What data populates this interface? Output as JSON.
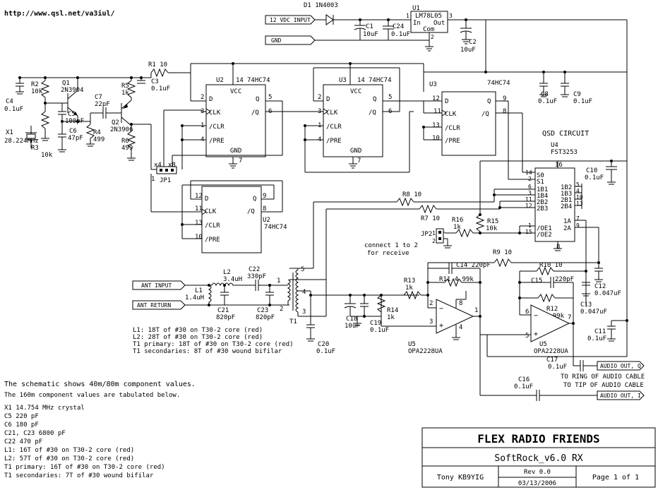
{
  "url": "http://www.qsl.net/va3iul/",
  "power": {
    "input_label": "12 VDC INPUT",
    "gnd_label": "GND",
    "d1": "D1  1N4003",
    "u1": "U1",
    "u1_part": "LM78L05",
    "u1_in": "In",
    "u1_out": "Out",
    "u1_com": "Com",
    "u1_pin1": "1",
    "u1_pin2": "2",
    "u1_pin3": "3",
    "c1": "C1",
    "c1_val": "10uF",
    "c24": "C24",
    "c24_val": "0.1uF",
    "c2": "C2",
    "c2_val": "10uF"
  },
  "osc": {
    "c4": "C4",
    "c4_val": "0.1uF",
    "r2": "R2",
    "r2_val": "10k",
    "q1": "Q1",
    "q1_part": "2N3904",
    "c5": "C5",
    "c5_val": "100pF",
    "c6": "C6",
    "c6_val": "47pF",
    "r4": "R4",
    "r4_val": "499",
    "x1": "X1",
    "x1_val": "28.224MHz",
    "r3": "R3",
    "r3_val": "10k",
    "c7": "C7",
    "c7_val": "22pF",
    "r5": "R5",
    "r5_val": "1k",
    "q2": "Q2",
    "q2_part": "2N3906",
    "r6": "R6",
    "r6_val": "499",
    "r1": "R1  10",
    "c3": "C3",
    "c3_val": "0.1uF",
    "jp1": "JP1",
    "jp1_x4": "x4",
    "jp1_x8": "x8",
    "jp1_1": "1"
  },
  "ff_upper": [
    {
      "ref": "U2",
      "part": "74HC74"
    },
    {
      "ref": "U3",
      "part": "74HC74"
    },
    {
      "ref": "U3",
      "part": "74HC74"
    }
  ],
  "ff_lower": {
    "ref": "U2",
    "part": "74HC74"
  },
  "ff_pins": {
    "d": "D",
    "clk": "CLK",
    "clr": "/CLR",
    "pre": "/PRE",
    "q": "Q",
    "nq": "/Q",
    "vcc": "VCC",
    "gnd": "GND"
  },
  "ff_pin_numbers": {
    "a": [
      "2",
      "3",
      "1",
      "4",
      "14",
      "5",
      "6",
      "7"
    ],
    "b": [
      "2",
      "3",
      "1",
      "4",
      "14",
      "5",
      "6",
      "7"
    ],
    "c": [
      "12",
      "11",
      "13",
      "10",
      "9",
      "8"
    ],
    "d": [
      "12",
      "11",
      "13",
      "10",
      "9",
      "8"
    ]
  },
  "decoupling": {
    "c8": "C8",
    "c8_val": "0.1uF",
    "c9": "C9",
    "c9_val": "0.1uF",
    "c10": "C10",
    "c10_val": "0.1uF"
  },
  "qsd": {
    "title": "QSD CIRCUIT",
    "u4": "U4",
    "u4_part": "FST3253",
    "left_pins": [
      "S0",
      "S1",
      "1B1",
      "1B4",
      "2B2",
      "2B3",
      "/OE1",
      "/OE2"
    ],
    "left_nums": [
      "14",
      "2",
      "6",
      "3",
      "11",
      "12",
      "1",
      "15"
    ],
    "right_pins": [
      "1B2",
      "1B3",
      "2B1",
      "2B4",
      "1A",
      "2A"
    ],
    "right_nums": [
      "5",
      "4",
      "10",
      "13",
      "7",
      "9"
    ],
    "pin16": "16",
    "pin8": "8",
    "r8": "R8  10",
    "r7": "R7  10",
    "r16": "R16",
    "r16_val": "1k",
    "r15": "R15",
    "r15_val": "10k",
    "jp2": "JP2",
    "jp2_note1": "connect 1 to 2",
    "jp2_note2": "for receive",
    "jp2_1": "1",
    "jp2_2": "2"
  },
  "rf": {
    "ant_input": "ANT INPUT",
    "ant_return": "ANT RETURN",
    "l1": "L1",
    "l1_val": "1.4uH",
    "l2": "L2",
    "l2_val": "3.4uH",
    "c22": "C22",
    "c22_val": "330pF",
    "c21": "C21",
    "c21_val": "820pF",
    "c23": "C23",
    "c23_val": "820pF",
    "t1": "T1",
    "t1_pins": [
      "1",
      "2",
      "3",
      "4",
      "5"
    ],
    "c20": "C20",
    "c20_val": "0.1uF",
    "c18": "C18",
    "c18_val": "10uF",
    "c19": "C19",
    "c19_val": "0.1uF",
    "r14": "R14",
    "r14_val": "1k"
  },
  "coil_notes": [
    "L1: 18T of #30 on T30-2 core (red)",
    "L2: 28T of #30 on T30-2 core (red)",
    "T1 primary: 18T of #30 on T30-2 core (red)",
    "T1 secondaries: 8T of #30 wound bifilar"
  ],
  "opamps": {
    "r9": "R9  10",
    "c14": "C14  220pF",
    "r11": "R11  4.99k",
    "r13": "R13",
    "r13_val": "1k",
    "u5a": "U5",
    "u5a_part": "OPA2228UA",
    "u5a_pins": [
      "2",
      "3",
      "8",
      "4",
      "1"
    ],
    "r10": "R10  10",
    "c15": "C15",
    "c15_val": "220pF",
    "r12": "R12",
    "r12_val": "4.99k",
    "u5b": "U5",
    "u5b_part": "OPA2228UA",
    "u5b_pins": [
      "6",
      "5",
      "7"
    ],
    "c12": "C12",
    "c12_val": "0.047uF",
    "c13": "C13",
    "c13_val": "0.047uF",
    "c11": "C11",
    "c11_val": "0.1uF",
    "c17": "C17",
    "c17_val": "0.1uF",
    "c16": "C16",
    "c16_val": "0.1uF",
    "audio_q": "AUDIO OUT, Q",
    "audio_i": "AUDIO OUT, I",
    "ring_note": "TO RING OF AUDIO CABLE",
    "tip_note": "TO TIP OF AUDIO CABLE"
  },
  "values_note": {
    "line1": "The schematic shows 40m/80m component values.",
    "line2": "The 160m component values are tabulated below.",
    "items": [
      "X1  14.754 MHz crystal",
      "C5  220 pF",
      "C6  180 pF",
      "C21, C23  6800 pF",
      "C22  470 pF",
      "L1: 16T of #30 on T30-2 core (red)",
      "L2: 57T of #30 on T30-2 core (red)",
      "T1 primary: 16T of #30 on T30-2 core (red)",
      "T1 secondaries: 7T of #30 wound bifilar"
    ]
  },
  "title_block": {
    "company": "FLEX RADIO FRIENDS",
    "title": "SoftRock_v6.0 RX",
    "author": "Tony KB9YIG",
    "rev": "Rev 0.0",
    "date": "03/13/2006",
    "page": "Page 1 of 1"
  }
}
